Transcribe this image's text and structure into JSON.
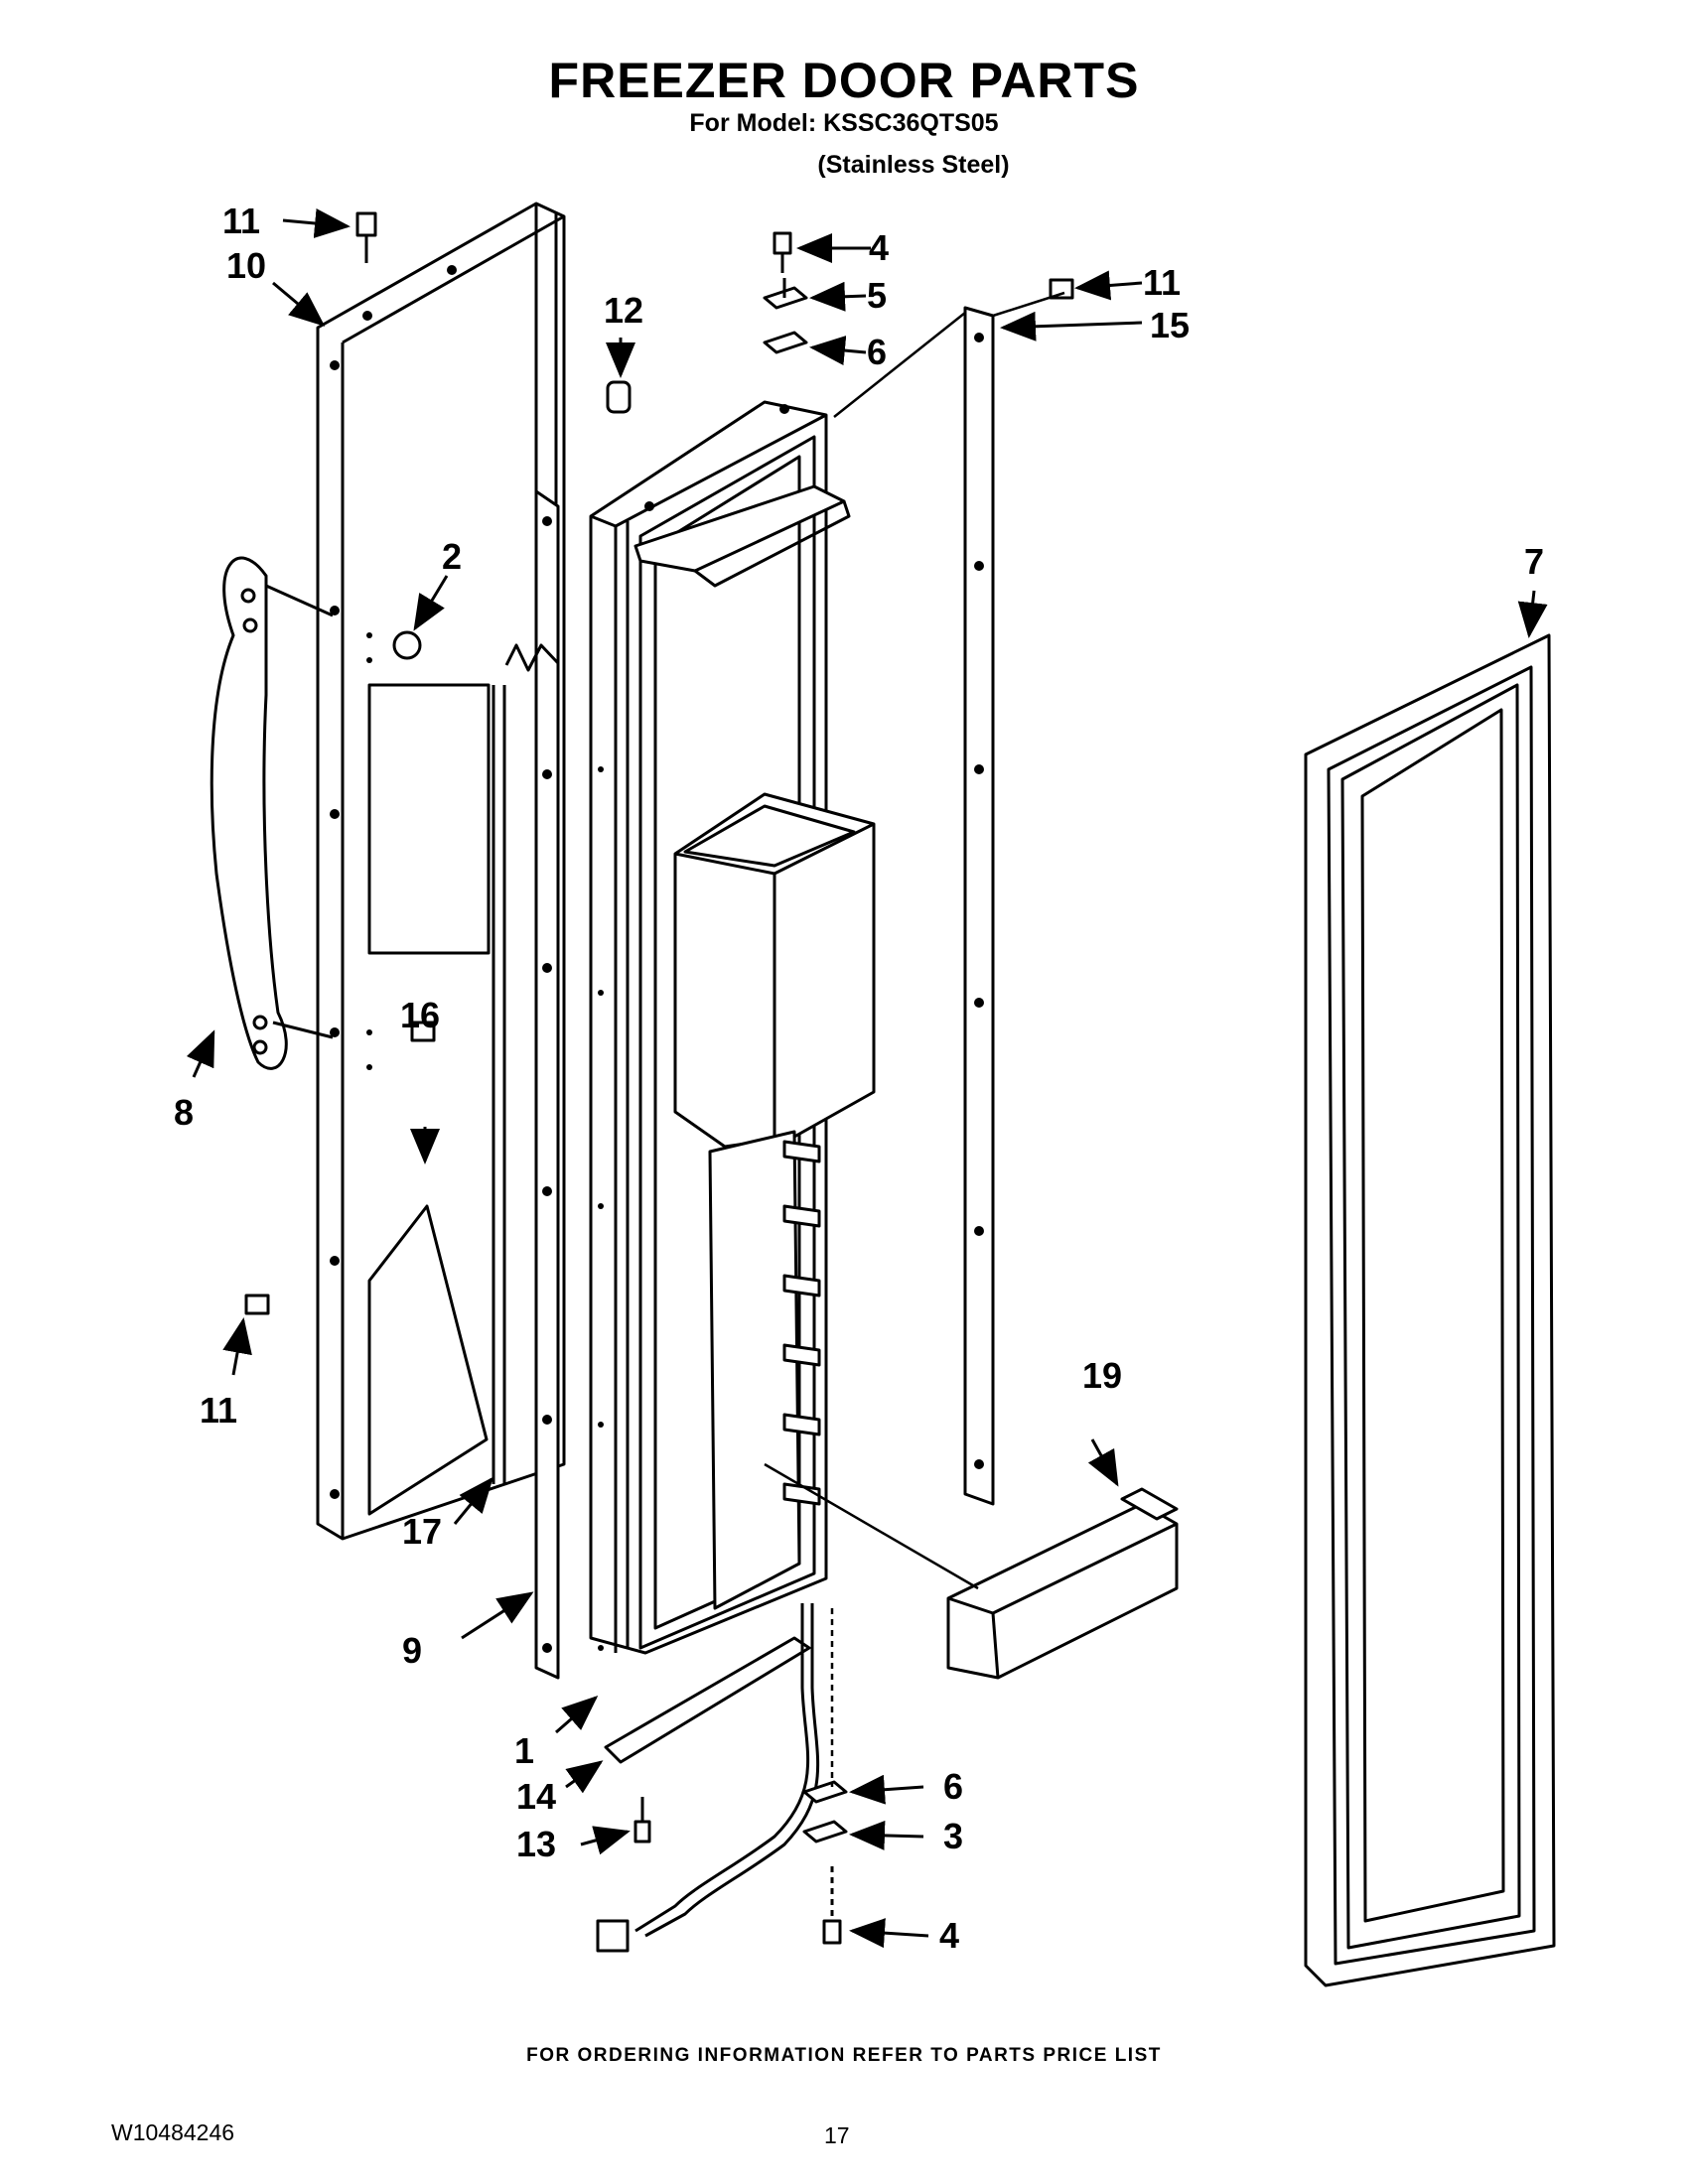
{
  "header": {
    "title": "FREEZER DOOR PARTS",
    "model_line": "For Model: KSSC36QTS05",
    "material": "(Stainless Steel)"
  },
  "callouts": [
    {
      "id": "c1",
      "label": "1"
    },
    {
      "id": "c2",
      "label": "2"
    },
    {
      "id": "c3",
      "label": "3"
    },
    {
      "id": "c4a",
      "label": "4"
    },
    {
      "id": "c4b",
      "label": "4"
    },
    {
      "id": "c5",
      "label": "5"
    },
    {
      "id": "c6a",
      "label": "6"
    },
    {
      "id": "c6b",
      "label": "6"
    },
    {
      "id": "c7",
      "label": "7"
    },
    {
      "id": "c8",
      "label": "8"
    },
    {
      "id": "c9",
      "label": "9"
    },
    {
      "id": "c10",
      "label": "10"
    },
    {
      "id": "c11a",
      "label": "11"
    },
    {
      "id": "c11b",
      "label": "11"
    },
    {
      "id": "c11c",
      "label": "11"
    },
    {
      "id": "c12",
      "label": "12"
    },
    {
      "id": "c13",
      "label": "13"
    },
    {
      "id": "c14",
      "label": "14"
    },
    {
      "id": "c15",
      "label": "15"
    },
    {
      "id": "c16",
      "label": "16"
    },
    {
      "id": "c17",
      "label": "17"
    },
    {
      "id": "c19",
      "label": "19"
    }
  ],
  "footer": {
    "ordering_note": "FOR ORDERING INFORMATION REFER TO PARTS PRICE LIST",
    "doc_number": "W10484246",
    "page_number": "17"
  }
}
